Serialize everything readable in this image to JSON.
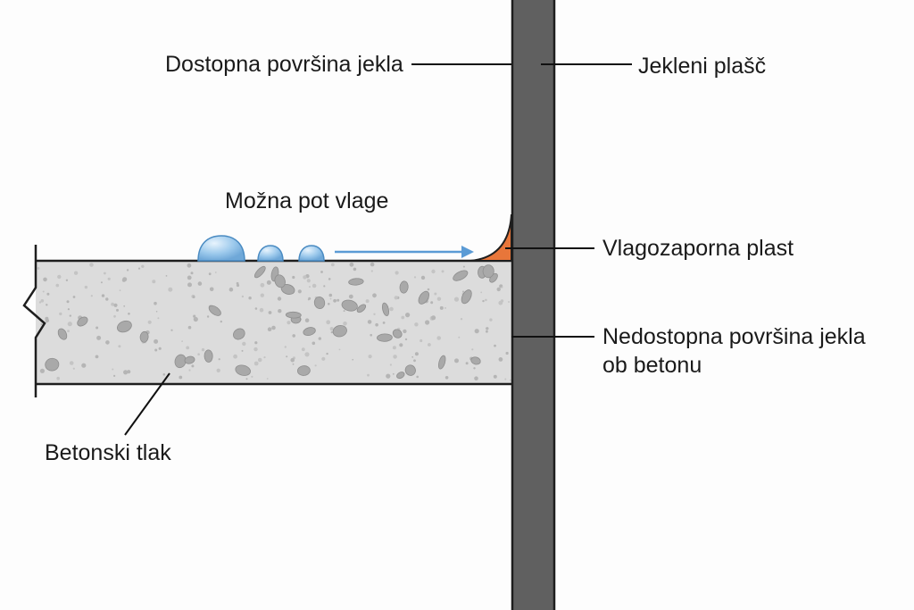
{
  "labels": {
    "accessible_steel_surface": "Dostopna površina jekla",
    "steel_casing": "Jekleni plašč",
    "moisture_path": "Možna pot vlage",
    "moisture_barrier": "Vlagozaporna plast",
    "inaccessible_surface_line1": "Nedostopna površina jekla",
    "inaccessible_surface_line2": "ob betonu",
    "concrete_floor": "Betonski tlak"
  },
  "colors": {
    "steel": "#606060",
    "steel_outline": "#1e1e1e",
    "concrete": "#dcdcdc",
    "aggregate": "#a9a9a9",
    "water": "#9cc9ec",
    "arrow": "#5b9bd5",
    "sealant": "#e8763a",
    "leader": "#111111"
  }
}
